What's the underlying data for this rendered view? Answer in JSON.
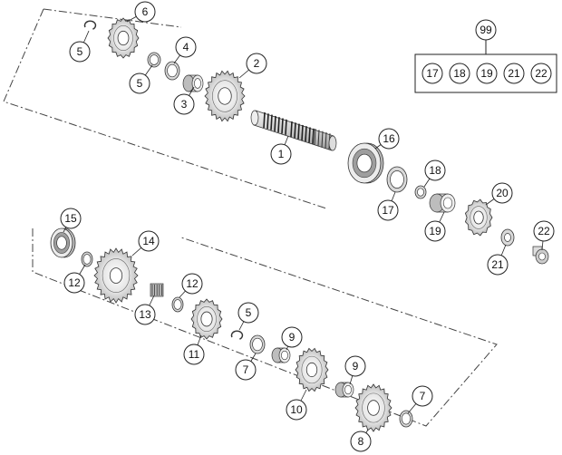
{
  "diagram": {
    "kit": {
      "label": "99",
      "contents": [
        "17",
        "18",
        "19",
        "21",
        "22"
      ]
    },
    "callouts": [
      {
        "id": "c6",
        "label": "6"
      },
      {
        "id": "c5a",
        "label": "5"
      },
      {
        "id": "c4",
        "label": "4"
      },
      {
        "id": "c5b",
        "label": "5"
      },
      {
        "id": "c3",
        "label": "3"
      },
      {
        "id": "c2",
        "label": "2"
      },
      {
        "id": "c1",
        "label": "1"
      },
      {
        "id": "c16",
        "label": "16"
      },
      {
        "id": "c18",
        "label": "18"
      },
      {
        "id": "c17",
        "label": "17"
      },
      {
        "id": "c20",
        "label": "20"
      },
      {
        "id": "c19",
        "label": "19"
      },
      {
        "id": "c22",
        "label": "22"
      },
      {
        "id": "c21",
        "label": "21"
      },
      {
        "id": "c15",
        "label": "15"
      },
      {
        "id": "c14",
        "label": "14"
      },
      {
        "id": "c12a",
        "label": "12"
      },
      {
        "id": "c12b",
        "label": "12"
      },
      {
        "id": "c13",
        "label": "13"
      },
      {
        "id": "c5c",
        "label": "5"
      },
      {
        "id": "c11",
        "label": "11"
      },
      {
        "id": "c9a",
        "label": "9"
      },
      {
        "id": "c7a",
        "label": "7"
      },
      {
        "id": "c9b",
        "label": "9"
      },
      {
        "id": "c10",
        "label": "10"
      },
      {
        "id": "c7b",
        "label": "7"
      },
      {
        "id": "c8",
        "label": "8"
      }
    ]
  }
}
